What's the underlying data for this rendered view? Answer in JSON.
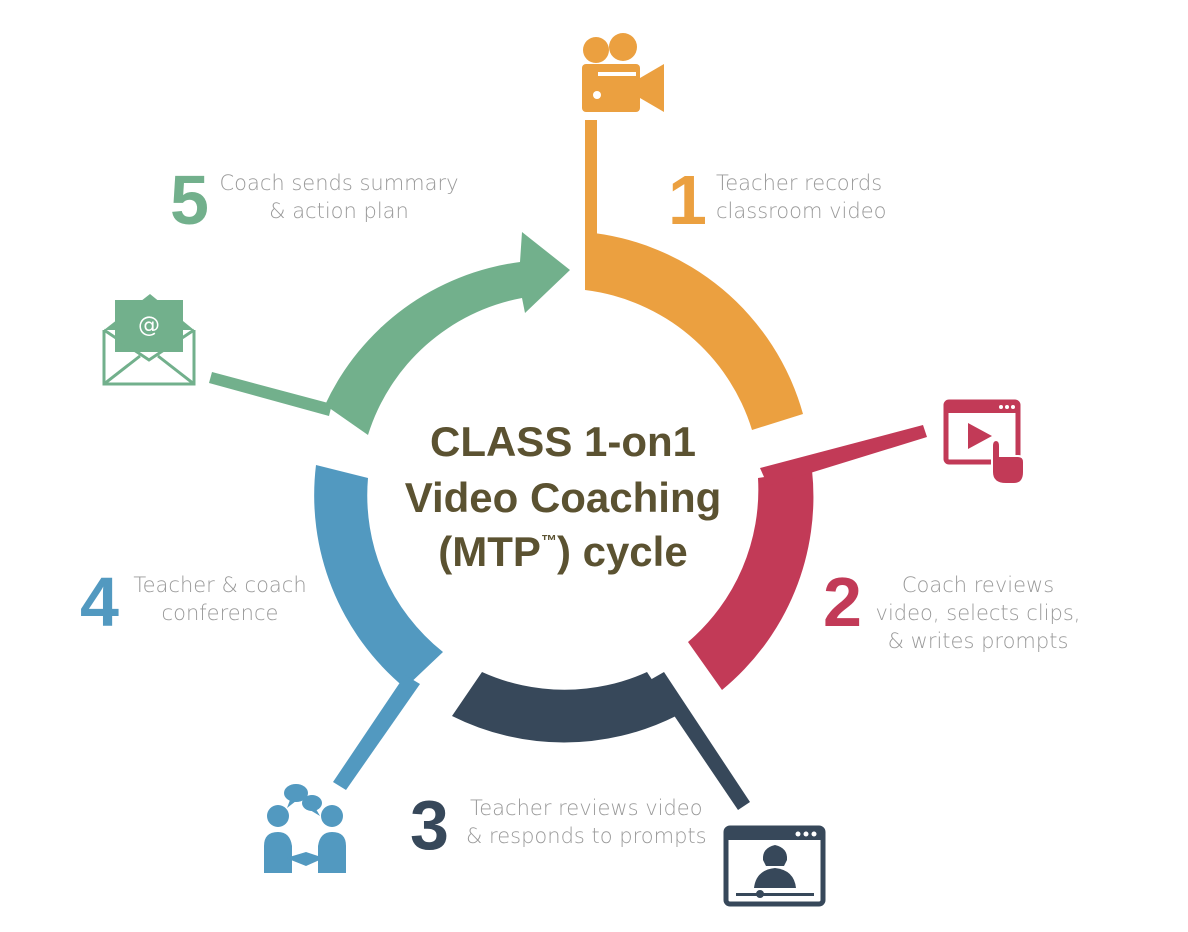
{
  "center": {
    "line1": "CLASS 1-on1",
    "line2": "Video Coaching",
    "line3_pre": "(MTP",
    "line3_tm": "™",
    "line3_post": ") cycle"
  },
  "steps": [
    {
      "number": "1",
      "line1": "Teacher records",
      "line2": "classroom video",
      "line3": "",
      "color": "#eba040",
      "icon": "video-camera-icon"
    },
    {
      "number": "2",
      "line1": "Coach reviews",
      "line2": "video, selects clips,",
      "line3": "& writes prompts",
      "color": "#c23a57",
      "icon": "video-player-click-icon"
    },
    {
      "number": "3",
      "line1": "Teacher reviews video",
      "line2": "& responds to prompts",
      "line3": "",
      "color": "#37485a",
      "icon": "video-teacher-screen-icon"
    },
    {
      "number": "4",
      "line1": "Teacher & coach",
      "line2": "conference",
      "line3": "",
      "color": "#5299c0",
      "icon": "conference-people-icon"
    },
    {
      "number": "5",
      "line1": "Coach sends summary",
      "line2": "& action plan",
      "line3": "",
      "color": "#72b08c",
      "icon": "email-envelope-icon"
    }
  ],
  "email_symbol": "@"
}
